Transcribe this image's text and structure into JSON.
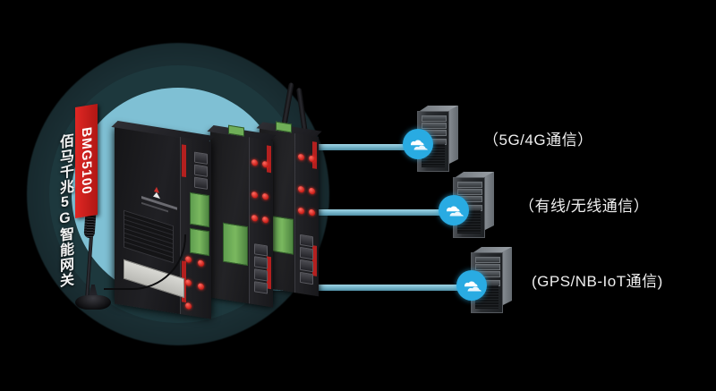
{
  "product": {
    "banner_model": "BMG5100",
    "banner_name": "佰马千兆5G智能网关"
  },
  "connections": [
    {
      "label": "（5G/4G通信）",
      "icon": "cloud-icon",
      "device": "server-tower"
    },
    {
      "label": "（有线/无线通信）",
      "icon": "cloud-icon",
      "device": "server-tower"
    },
    {
      "label": "(GPS/NB-IoT通信)",
      "icon": "cloud-icon",
      "device": "server-tower"
    }
  ],
  "colors": {
    "background": "#000000",
    "ring_outer": "#1d3338",
    "ring_mid": "#1d383d",
    "ring_inner": "#7fc0d4",
    "banner_red": "#d2201d",
    "cloud_blue": "#29abe2",
    "connector_blue": "#8cc8da",
    "led_red": "#d62b22",
    "terminal_green": "#6fae57"
  }
}
